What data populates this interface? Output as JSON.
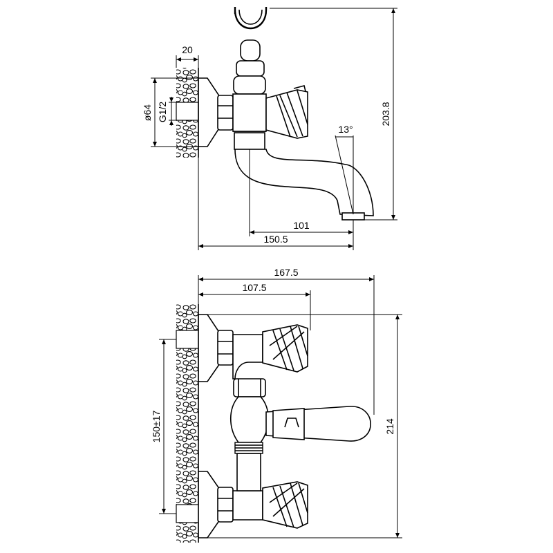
{
  "top_view": {
    "dims": {
      "wall_depth": "20",
      "flange_dia": "ø64",
      "thread": "G1/2",
      "spout_angle": "13°",
      "height": "203.8",
      "spout_reach": "101",
      "total_depth": "150.5"
    }
  },
  "front_view": {
    "dims": {
      "total_width": "167.5",
      "handle_reach": "107.5",
      "center_distance": "150±17",
      "height": "214"
    }
  }
}
